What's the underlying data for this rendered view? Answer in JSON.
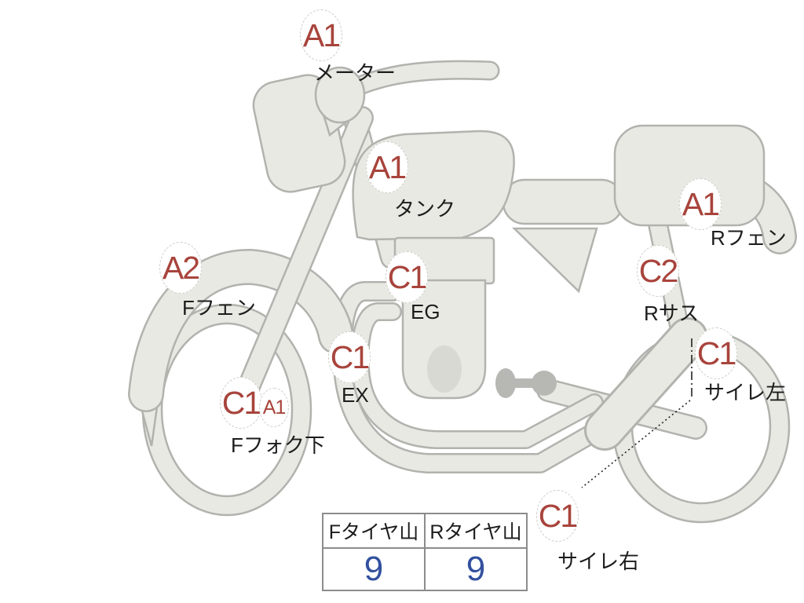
{
  "diagram": {
    "markers": [
      {
        "grade": "A1",
        "part": "メーター"
      },
      {
        "grade": "A1",
        "part": "タンク"
      },
      {
        "grade": "A1",
        "part": "Rフェン"
      },
      {
        "grade": "A2",
        "part": "Fフェン"
      },
      {
        "grade": "C1",
        "part": "EG"
      },
      {
        "grade": "C2",
        "part": "Rサス"
      },
      {
        "grade": "C1",
        "part": "EX"
      },
      {
        "grade": "C1",
        "sub_grade": "A1",
        "part": "Fフォク下"
      },
      {
        "grade": "C1",
        "part": "サイレ左"
      },
      {
        "grade": "C1",
        "part": "サイレ右"
      }
    ],
    "colors": {
      "grade_text": "#a8443c",
      "part_text": "#1c1c1c",
      "body_fill": "#e9e9e3",
      "body_outline": "#b2b2ae",
      "tire_value_text": "#32509e",
      "table_border": "#8c8c8c"
    }
  },
  "tire_table": {
    "columns": [
      {
        "header": "Fタイヤ山",
        "value": "9"
      },
      {
        "header": "Rタイヤ山",
        "value": "9"
      }
    ]
  }
}
